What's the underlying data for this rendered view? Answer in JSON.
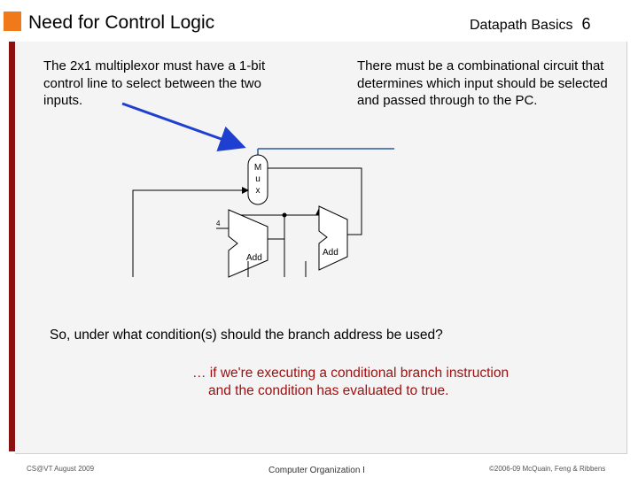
{
  "slide": {
    "title": "Need for Control Logic",
    "section": "Datapath Basics",
    "page_number": "6"
  },
  "notes": {
    "left": "The 2x1 multiplexor must have a 1-bit control line to select between the two inputs.",
    "right": "There must be a combinational circuit that determines which input should be selected and passed through to the PC."
  },
  "diagram": {
    "mux_letters": [
      "M",
      "u",
      "x"
    ],
    "adder_left_label": "Add",
    "adder_right_label": "Add",
    "constant_label": "4"
  },
  "question": "So, under what condition(s) should the branch address be used?",
  "answer": {
    "line1": "… if we're executing a conditional branch instruction",
    "line2": "and the condition has evaluated to true."
  },
  "footer": {
    "left": "CS@VT August 2009",
    "center": "Computer Organization I",
    "right": "©2006-09  McQuain, Feng & Ribbens"
  },
  "colors": {
    "accent_orange": "#f07a1a",
    "left_bar": "#8b1010",
    "arrow": "#1f3fd0",
    "answer_text": "#a01010",
    "control_line": "#2a5aa0"
  }
}
